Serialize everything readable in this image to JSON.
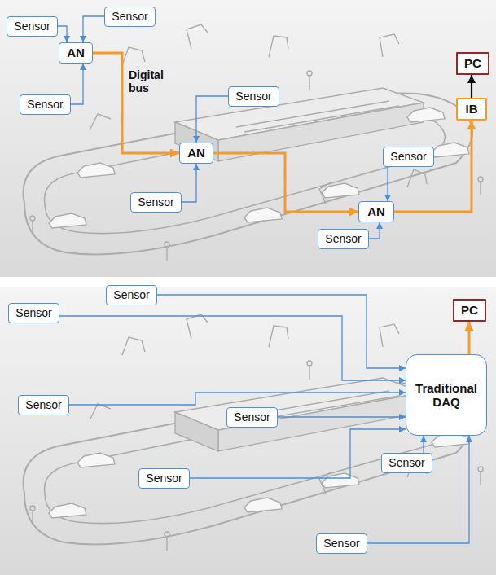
{
  "diagram": {
    "nodes": [
      {
        "text": [
          "Sensor"
        ]
      },
      {
        "text": [
          "Sensor"
        ]
      },
      {
        "text": [
          "AN"
        ]
      },
      {
        "text": [
          "Sensor"
        ]
      },
      {
        "text": [
          "Sensor"
        ]
      },
      {
        "text": [
          "AN"
        ]
      },
      {
        "text": [
          "Sensor"
        ]
      },
      {
        "text": [
          "Sensor"
        ]
      },
      {
        "text": [
          "AN"
        ]
      },
      {
        "text": [
          "Sensor"
        ]
      },
      {
        "text": [
          "PC"
        ]
      },
      {
        "text": [
          "IB"
        ]
      },
      {
        "text": [
          "Sensor"
        ]
      },
      {
        "text": [
          "PC"
        ]
      },
      {
        "text": [
          "Sensor"
        ]
      },
      {
        "text": [
          "Traditional DAQ"
        ]
      },
      {
        "text": [
          "Sensor"
        ]
      },
      {
        "text": [
          "Sensor"
        ]
      },
      {
        "text": [
          "Sensor"
        ]
      },
      {
        "text": [
          "Sensor"
        ]
      },
      {
        "text": [
          "Sensor"
        ]
      }
    ],
    "edges": [
      {
        "from": 1,
        "to": 2,
        "arrow": "to"
      },
      {
        "from": 0,
        "to": 2,
        "arrow": "to"
      },
      {
        "from": 3,
        "to": 2,
        "arrow": "to"
      },
      {
        "from": 2,
        "to": 5,
        "label": "Digital bus",
        "arrow": "to"
      },
      {
        "from": 4,
        "to": 5,
        "arrow": "to"
      },
      {
        "from": 6,
        "to": 5,
        "arrow": "to"
      },
      {
        "from": 5,
        "to": 8,
        "arrow": "to"
      },
      {
        "from": 7,
        "to": 8,
        "arrow": "to"
      },
      {
        "from": 9,
        "to": 8,
        "arrow": "to"
      },
      {
        "from": 8,
        "to": 11,
        "arrow": "to"
      },
      {
        "from": 11,
        "to": 10,
        "arrow": "to"
      },
      {
        "from": 12,
        "to": 15,
        "arrow": "to"
      },
      {
        "from": 14,
        "to": 15,
        "arrow": "to"
      },
      {
        "from": 16,
        "to": 15,
        "arrow": "to"
      },
      {
        "from": 17,
        "to": 15,
        "arrow": "to"
      },
      {
        "from": 19,
        "to": 15,
        "arrow": "to"
      },
      {
        "from": 18,
        "to": 15,
        "arrow": "to"
      },
      {
        "from": 20,
        "to": 15,
        "arrow": "to"
      },
      {
        "from": 15,
        "to": 13,
        "arrow": "to"
      }
    ]
  }
}
